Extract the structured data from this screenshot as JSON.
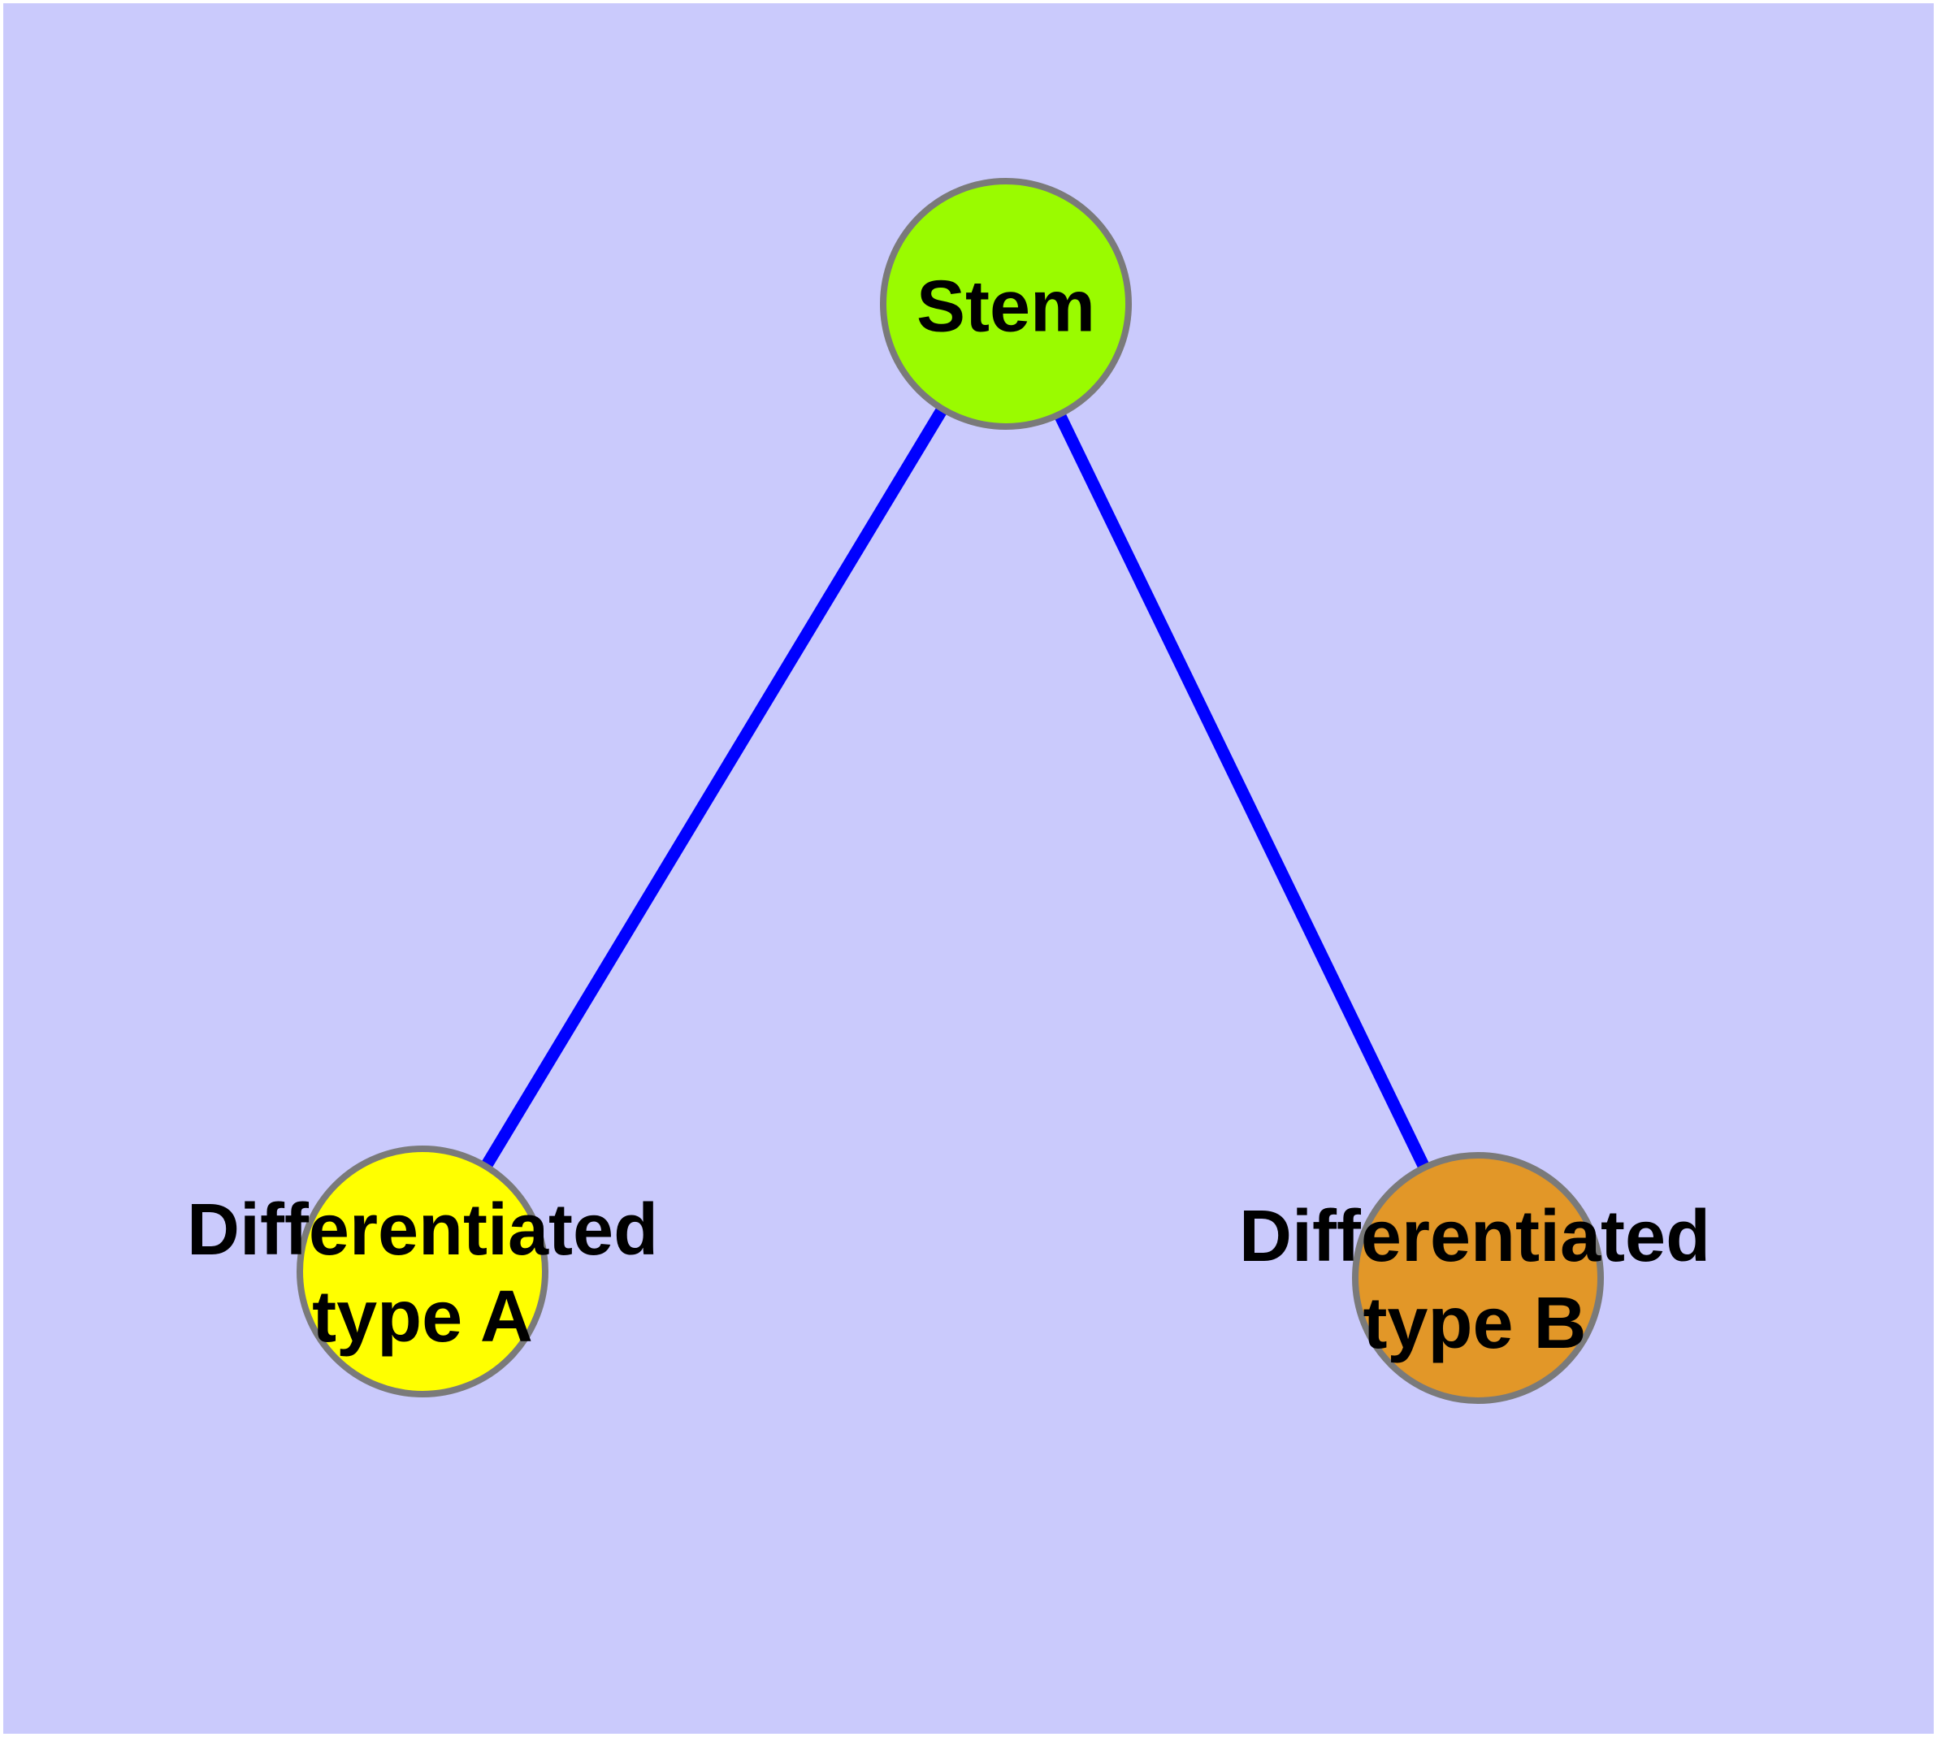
{
  "diagram": {
    "background_color": "#CACAFC",
    "frame_color": "#FFFFFF",
    "edge_color": "#0000FF",
    "node_border_color": "#7A7A7A",
    "label_color": "#000000",
    "nodes": [
      {
        "id": "stem",
        "label": "Stem",
        "fill": "#9AFB00"
      },
      {
        "id": "differentiated-type-a",
        "label": "Differentiated\ntype A",
        "fill": "#FFFF00"
      },
      {
        "id": "differentiated-type-b",
        "label": "Differentiated\ntype B",
        "fill": "#E29728"
      }
    ],
    "edges": [
      {
        "from": "stem",
        "to": "differentiated-type-a"
      },
      {
        "from": "stem",
        "to": "differentiated-type-b"
      }
    ]
  }
}
